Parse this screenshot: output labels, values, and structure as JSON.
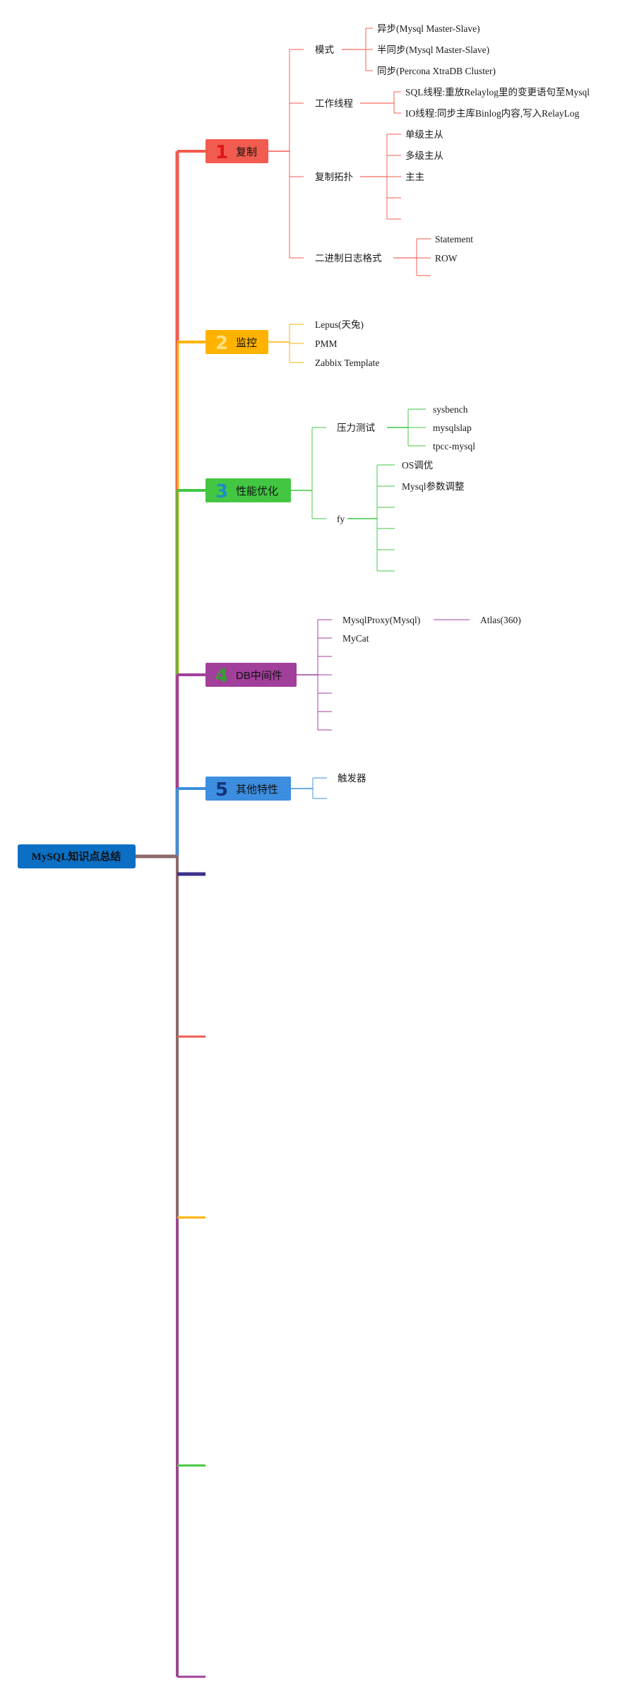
{
  "root": {
    "label": "MySQL知识点总结",
    "color": "#0b6fc4"
  },
  "branches": [
    {
      "number": "1",
      "label": "复制",
      "color": "#f25b4f",
      "num_color": "#e0161a",
      "children": [
        {
          "label": "模式",
          "children": [
            "异步(Mysql Master-Slave)",
            "半同步(Mysql Master-Slave)",
            "同步(Percona XtraDB Cluster)"
          ]
        },
        {
          "label": "工作线程",
          "children": [
            "SQL线程:重放Relaylog里的变更语句至Mysql",
            "IO线程:同步主库Binlog内容,写入RelayLog"
          ]
        },
        {
          "label": "复制拓扑",
          "children": [
            "单级主从",
            "多级主从",
            "主主",
            "",
            ""
          ]
        },
        {
          "label": "二进制日志格式",
          "children": [
            "Statement",
            "ROW",
            ""
          ]
        }
      ]
    },
    {
      "number": "2",
      "label": "监控",
      "color": "#ffb300",
      "num_color": "#ffe082",
      "children": [
        {
          "label": "Lepus(天兔)"
        },
        {
          "label": "PMM"
        },
        {
          "label": "Zabbix Template"
        }
      ]
    },
    {
      "number": "3",
      "label": "性能优化",
      "color": "#43c743",
      "num_color": "#1e8cc8",
      "children": [
        {
          "label": "压力测试",
          "children": [
            "sysbench",
            "mysqlslap",
            "tpcc-mysql"
          ]
        },
        {
          "label": "fy",
          "children": [
            "OS调优",
            "Mysql参数调整",
            "",
            "",
            "",
            ""
          ]
        }
      ]
    },
    {
      "number": "4",
      "label": "DB中间件",
      "color": "#a13f9b",
      "num_color": "#3a9a36",
      "children": [
        {
          "label": "MysqlProxy(Mysql)",
          "children": [
            "Atlas(360)"
          ]
        },
        {
          "label": "MyCat"
        },
        {
          "label": ""
        },
        {
          "label": ""
        },
        {
          "label": ""
        },
        {
          "label": ""
        },
        {
          "label": ""
        }
      ]
    },
    {
      "number": "5",
      "label": "其他特性",
      "color": "#3d8ee0",
      "num_color": "#14357a",
      "children": [
        {
          "label": "触发器"
        },
        {
          "label": ""
        }
      ]
    }
  ],
  "empty_branch_colors": [
    "#3a2f8a",
    "#f25b4f",
    "#ffb300",
    "#43c743",
    "#a13f9b"
  ],
  "trunk_color": "#8b6a6a"
}
